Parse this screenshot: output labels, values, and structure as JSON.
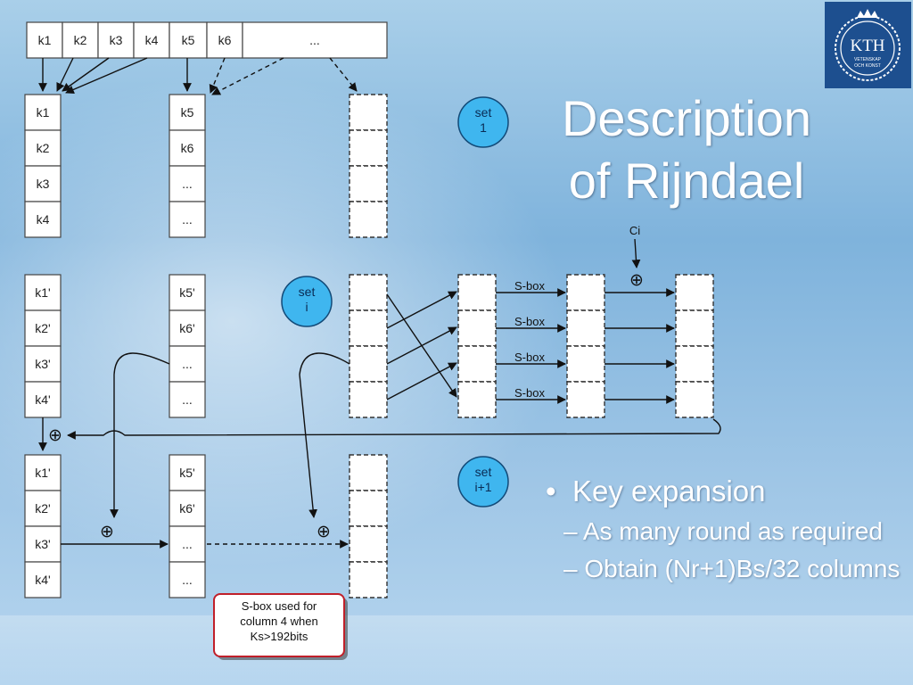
{
  "slide": {
    "title_line1": "Description",
    "title_line2": "of Rijndael",
    "bullet_main": "Key expansion",
    "sub1": "As many round as required",
    "sub2": "Obtain (Nr+1)Bs/32 columns"
  },
  "logo": {
    "text": "KTH",
    "sub1": "VETENSKAP",
    "sub2": "OCH KONST"
  },
  "key_row": [
    "k1",
    "k2",
    "k3",
    "k4",
    "k5",
    "k6",
    "..."
  ],
  "col_a": [
    "k1",
    "k2",
    "k3",
    "k4"
  ],
  "col_b": [
    "k5",
    "k6",
    "...",
    "..."
  ],
  "col_a2": [
    "k1'",
    "k2'",
    "k3'",
    "k4'"
  ],
  "col_b2": [
    "k5'",
    "k6'",
    "...",
    "..."
  ],
  "col_a3": [
    "k1'",
    "k2'",
    "k3'",
    "k4'"
  ],
  "col_b3": [
    "k5'",
    "k6'",
    "...",
    "..."
  ],
  "sets": {
    "s1_a": "set",
    "s1_b": "1",
    "si_a": "set",
    "si_b": "i",
    "sip_a": "set",
    "sip_b": "i+1"
  },
  "ci_label": "Ci",
  "sbox_label": "S-box",
  "xor_symbol": "⊕",
  "note": {
    "l1": "S-box used for",
    "l2": "column 4 when",
    "l3": "Ks>192bits"
  },
  "colors": {
    "background": "#8fbde2",
    "set_circle": "#3fb6ef",
    "logo_bg": "#1d4f8f",
    "note_border": "#c0202a"
  }
}
